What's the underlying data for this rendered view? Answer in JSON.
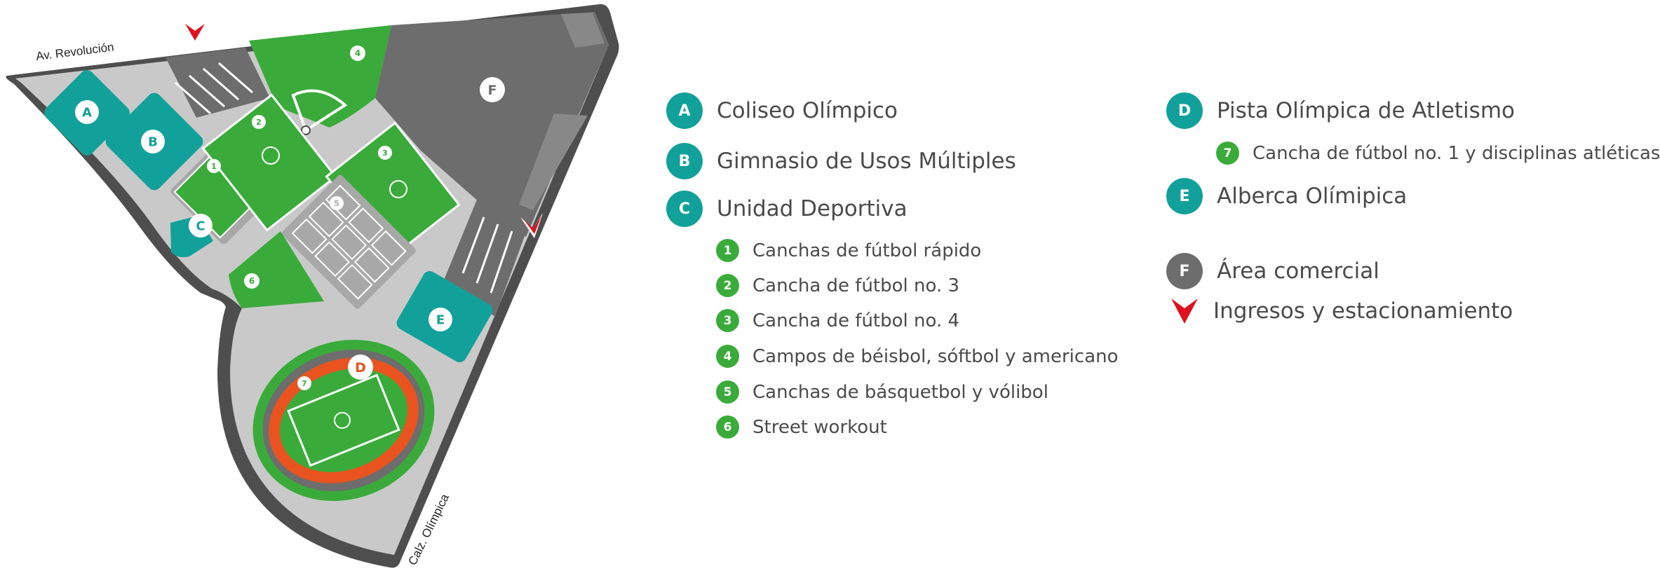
{
  "colors": {
    "teal": "#12a19a",
    "green": "#3aab3a",
    "dark_gray": "#6d6d6d",
    "light_gray": "#c8c8c8",
    "orange": "#e8531f",
    "red": "#e0101e"
  },
  "map": {
    "streets": {
      "north": "Av. Revolución",
      "southeast": "Calz. Olímpica"
    },
    "markers": [
      "A",
      "B",
      "C",
      "D",
      "E",
      "F",
      "1",
      "2",
      "3",
      "4",
      "5",
      "6",
      "7"
    ]
  },
  "legend": {
    "A": {
      "letter": "A",
      "name": "Coliseo Olímpico"
    },
    "B": {
      "letter": "B",
      "name": "Gimnasio de Usos Múltiples"
    },
    "C": {
      "letter": "C",
      "name": "Unidad Deportiva",
      "items": [
        {
          "num": "1",
          "name": "Canchas de fútbol rápido"
        },
        {
          "num": "2",
          "name": "Cancha de fútbol no. 3"
        },
        {
          "num": "3",
          "name": "Cancha de fútbol no. 4"
        },
        {
          "num": "4",
          "name": "Campos de béisbol, sóftbol y americano"
        },
        {
          "num": "5",
          "name": "Canchas de básquetbol y vólibol"
        },
        {
          "num": "6",
          "name": "Street workout"
        }
      ]
    },
    "D": {
      "letter": "D",
      "name": "Pista Olímpica de Atletismo",
      "items": [
        {
          "num": "7",
          "name": "Cancha de fútbol no. 1 y disciplinas atléticas"
        }
      ]
    },
    "E": {
      "letter": "E",
      "name": "Alberca Olímipica"
    },
    "F": {
      "letter": "F",
      "name": "Área comercial"
    },
    "entrance": {
      "name": "Ingresos y estacionamiento",
      "icon": "chevron-marker-icon"
    }
  }
}
